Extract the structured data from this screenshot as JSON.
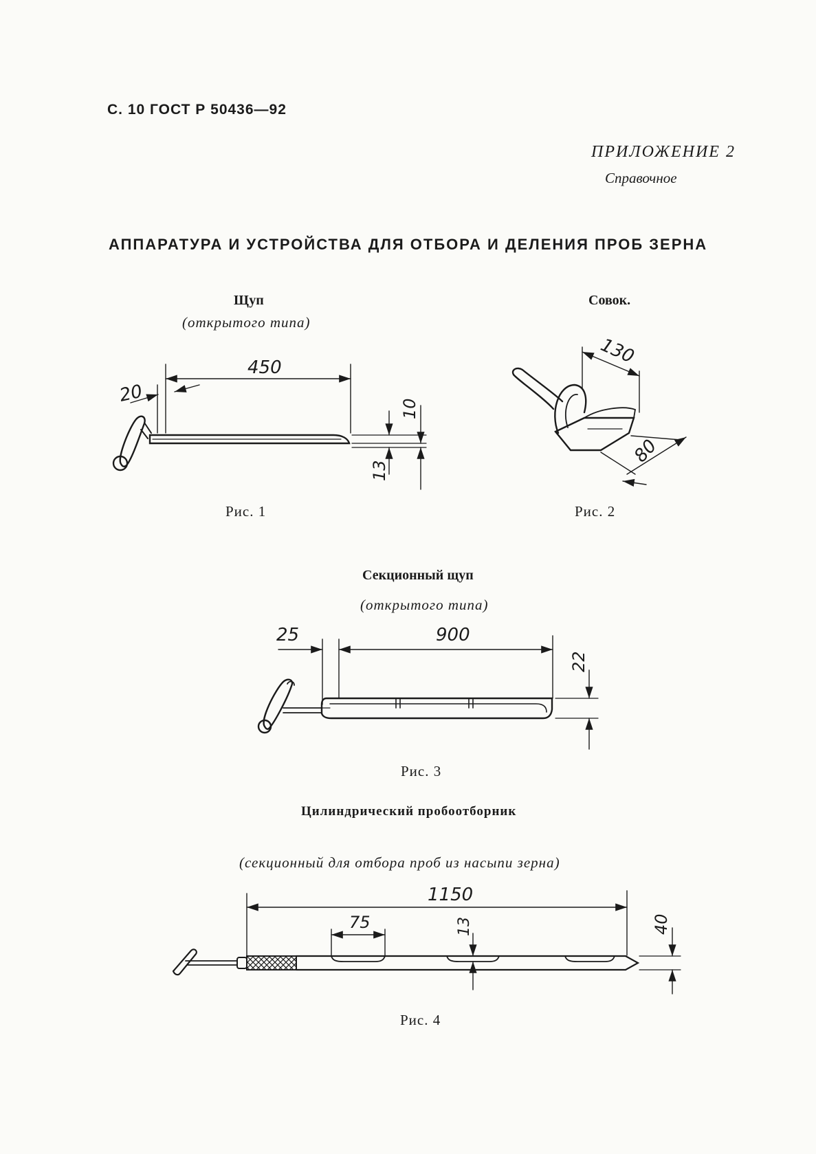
{
  "header": {
    "page_ref": "С. 10 ГОСТ Р 50436—92"
  },
  "appendix": {
    "label": "ПРИЛОЖЕНИЕ 2",
    "type": "Справочное"
  },
  "title": "АППАРАТУРА И УСТРОЙСТВА ДЛЯ ОТБОРА И ДЕЛЕНИЯ ПРОБ ЗЕРНА",
  "figures": [
    {
      "name": "Щуп",
      "subtitle": "(открытого типа)",
      "caption": "Рис. 1",
      "dims": [
        "450",
        "20",
        "10",
        "13"
      ]
    },
    {
      "name": "Совок.",
      "caption": "Рис. 2",
      "dims": [
        "130",
        "80"
      ]
    },
    {
      "name": "Секционный щуп",
      "subtitle": "(открытого типа)",
      "caption": "Рис. 3",
      "dims": [
        "25",
        "900",
        "22"
      ]
    },
    {
      "name": "Цилиндрический пробоотборник",
      "subtitle": "(секционный для отбора проб из насыпи зерна)",
      "caption": "Рис. 4",
      "dims": [
        "1150",
        "75",
        "13",
        "40"
      ]
    }
  ],
  "colors": {
    "ink": "#1b1b1b",
    "paper": "#fbfbf8"
  }
}
